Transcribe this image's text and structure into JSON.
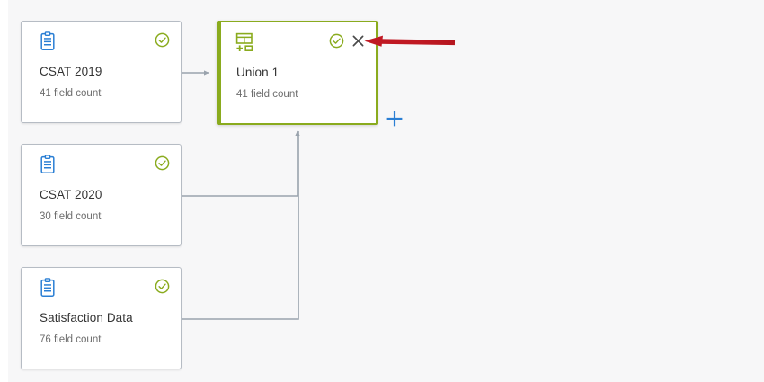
{
  "canvas": {
    "background": "#f7f7f8",
    "node_border": "#b6bcc4",
    "selected_border": "#8aab1e",
    "connector_color": "#9aa3ad",
    "source_icon_color": "#2b7fd4",
    "union_icon_color": "#8aab1e",
    "status_color": "#8aab1e",
    "close_color": "#4a4a4a",
    "add_color": "#2b7fd4",
    "annotation_color": "#c01923"
  },
  "nodes": [
    {
      "id": "csat-2019",
      "title": "CSAT 2019",
      "subtitle": "41 field count",
      "icon": "clipboard-icon",
      "status_icon": "check-circle-icon",
      "selected": false
    },
    {
      "id": "csat-2020",
      "title": "CSAT 2020",
      "subtitle": "30 field count",
      "icon": "clipboard-icon",
      "status_icon": "check-circle-icon",
      "selected": false
    },
    {
      "id": "satisfaction-data",
      "title": "Satisfaction Data",
      "subtitle": "76 field count",
      "icon": "clipboard-icon",
      "status_icon": "check-circle-icon",
      "selected": false
    },
    {
      "id": "union-1",
      "title": "Union 1",
      "subtitle": "41 field count",
      "icon": "union-table-icon",
      "status_icon": "check-circle-icon",
      "close_icon": "close-icon",
      "selected": true
    }
  ],
  "add_button": {
    "icon": "plus-icon",
    "label": "+"
  },
  "annotation": {
    "icon": "red-arrow-left-icon",
    "points_to": "union-1-close-button"
  }
}
